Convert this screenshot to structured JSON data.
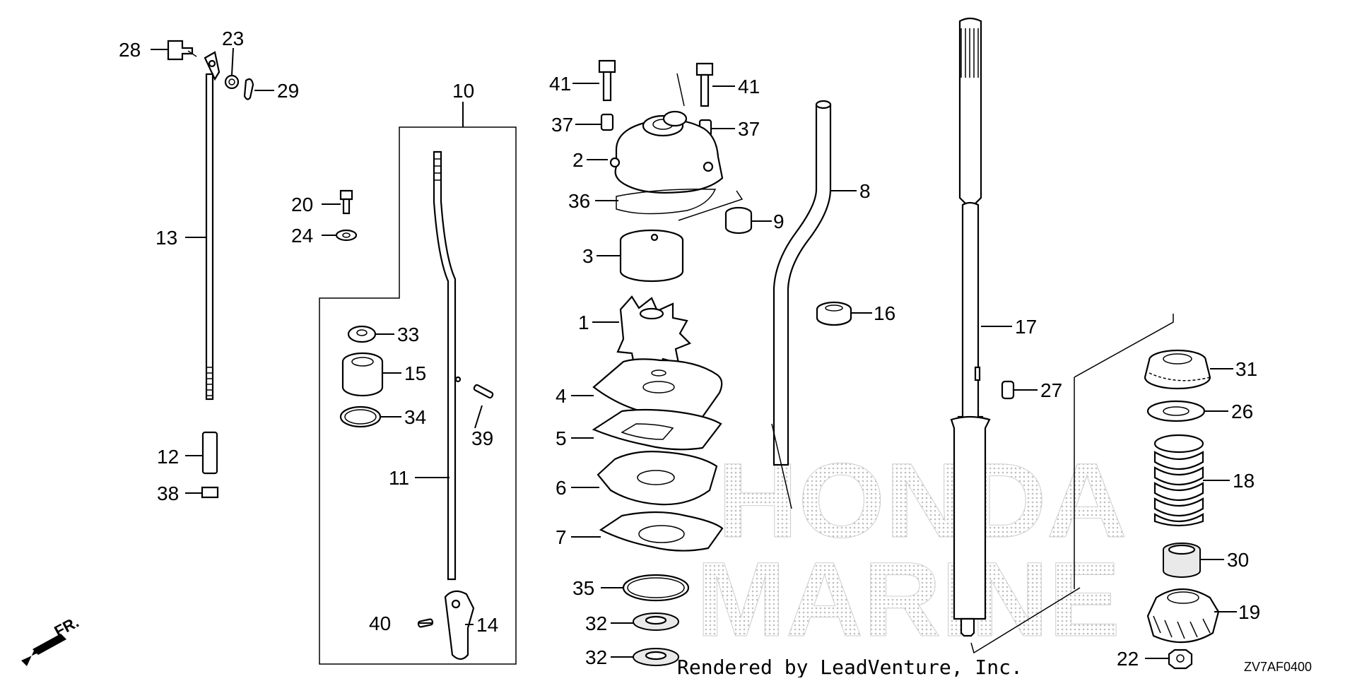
{
  "credit": "Rendered by LeadVenture, Inc.",
  "diagram_code": "ZV7AF0400",
  "direction_label": "FR.",
  "watermark": [
    "HONDA",
    "MARINE"
  ],
  "callouts": {
    "c1": "1",
    "c2": "2",
    "c3": "3",
    "c4": "4",
    "c5": "5",
    "c6": "6",
    "c7": "7",
    "c8": "8",
    "c9": "9",
    "c10": "10",
    "c11": "11",
    "c12": "12",
    "c13": "13",
    "c14": "14",
    "c15": "15",
    "c16": "16",
    "c17": "17",
    "c18": "18",
    "c19": "19",
    "c20": "20",
    "c22": "22",
    "c23": "23",
    "c24": "24",
    "c26": "26",
    "c27": "27",
    "c28": "28",
    "c29": "29",
    "c30": "30",
    "c31": "31",
    "c32a": "32",
    "c32b": "32",
    "c33": "33",
    "c34": "34",
    "c35": "35",
    "c36": "36",
    "c37a": "37",
    "c37b": "37",
    "c38": "38",
    "c39": "39",
    "c40": "40",
    "c41a": "41",
    "c41b": "41"
  }
}
